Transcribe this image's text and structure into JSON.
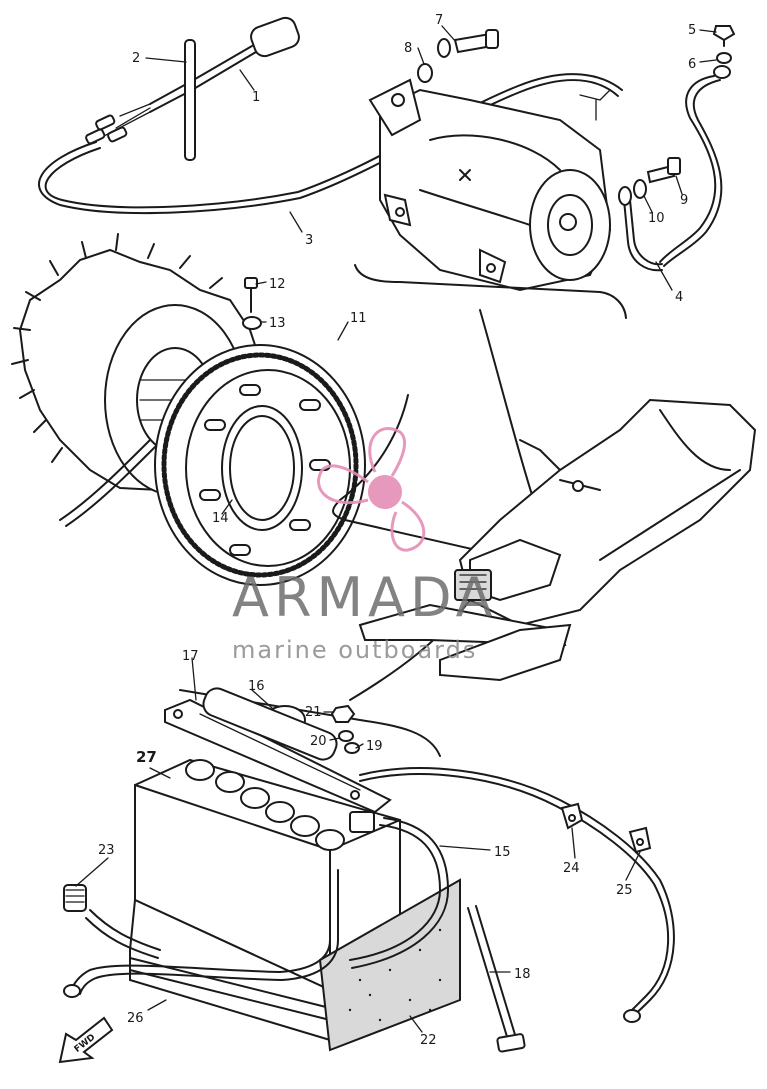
{
  "callouts": {
    "c1": "1",
    "c2": "2",
    "c3": "3",
    "c4": "4",
    "c5": "5",
    "c6": "6",
    "c7": "7",
    "c8": "8",
    "c9": "9",
    "c10": "10",
    "c11": "11",
    "c12": "12",
    "c13": "13",
    "c14": "14",
    "c15": "15",
    "c16": "16",
    "c17": "17",
    "c18": "18",
    "c19": "19",
    "c20": "20",
    "c21": "21",
    "c22": "22",
    "c23": "23",
    "c24": "24",
    "c25": "25",
    "c26": "26",
    "c27": "27"
  },
  "fwd_label": "FWD",
  "watermark": {
    "brand": "ARMADA",
    "tagline": "marine outboards",
    "logo_color": "#e58fb6"
  },
  "colors": {
    "ink": "#1a1a1a",
    "paper": "#ffffff"
  }
}
